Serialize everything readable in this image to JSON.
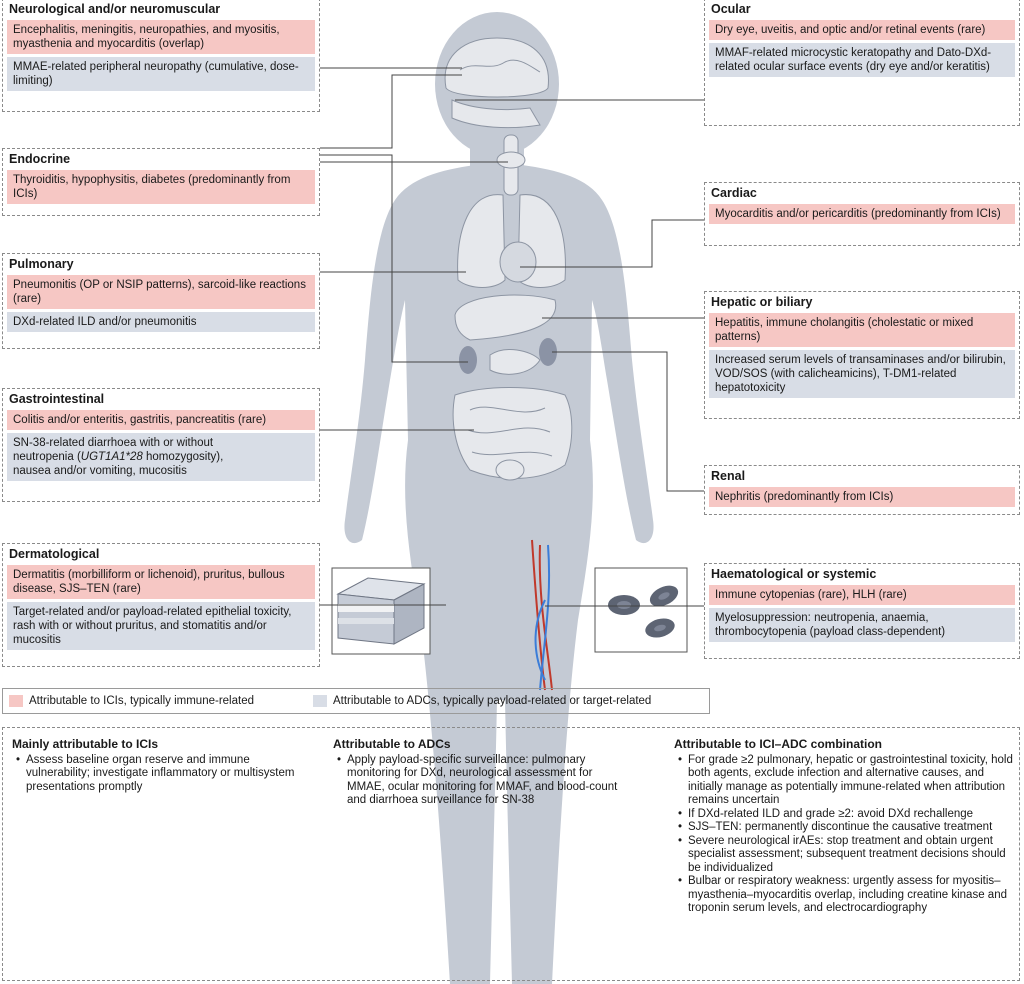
{
  "panels": {
    "neuro": {
      "title": "Neurological and/or neuromuscular",
      "ici": "Encephalitis, meningitis, neuropathies, and myositis, myasthenia and myocarditis (overlap)",
      "adc": "MMAE-related peripheral neuropathy (cumulative, dose-limiting)"
    },
    "endocrine": {
      "title": "Endocrine",
      "ici": "Thyroiditis, hypophysitis, diabetes (predominantly from ICIs)"
    },
    "pulmonary": {
      "title": "Pulmonary",
      "ici": "Pneumonitis (OP or NSIP patterns), sarcoid-like reactions (rare)",
      "adc": "DXd-related ILD and/or pneumonitis"
    },
    "gi": {
      "title": "Gastrointestinal",
      "ici": "Colitis and/or enteritis, gastritis, pancreatitis (rare)",
      "adc_1": "SN-38-related diarrhoea with or without",
      "adc_2a": "neutropenia (",
      "adc_2b": "UGT1A1*28",
      "adc_2c": " homozygosity),",
      "adc_3": "nausea and/or vomiting, mucositis"
    },
    "derm": {
      "title": "Dermatological",
      "ici": "Dermatitis (morbilliform or lichenoid), pruritus, bullous disease, SJS–TEN (rare)",
      "adc": "Target-related and/or payload-related epithelial toxicity, rash with or without pruritus, and stomatitis and/or mucositis"
    },
    "ocular": {
      "title": "Ocular",
      "ici": "Dry eye, uveitis, and optic and/or retinal events (rare)",
      "adc": "MMAF-related microcystic keratopathy and Dato-DXd-related ocular surface events (dry eye and/or keratitis)"
    },
    "cardiac": {
      "title": "Cardiac",
      "ici": "Myocarditis and/or pericarditis (predominantly from ICIs)"
    },
    "hepatic": {
      "title": "Hepatic or biliary",
      "ici": "Hepatitis, immune cholangitis (cholestatic or mixed patterns)",
      "adc": "Increased serum levels of transaminases and/or bilirubin, VOD/SOS (with calicheamicins), T-DM1-related hepatotoxicity"
    },
    "renal": {
      "title": "Renal",
      "ici": "Nephritis (predominantly from ICIs)"
    },
    "haem": {
      "title": "Haematological or systemic",
      "ici": "Immune cytopenias (rare), HLH (rare)",
      "adc": "Myelosuppression: neutropenia, anaemia, thrombocytopenia (payload class-dependent)"
    }
  },
  "legend": {
    "ici": "Attributable to ICIs, typically immune-related",
    "adc": "Attributable to ADCs, typically payload-related or target-related",
    "ici_color": "#f6c7c4",
    "adc_color": "#d8dde6"
  },
  "management": {
    "ici": {
      "title": "Mainly attributable to ICIs",
      "items": [
        "Assess baseline organ reserve and immune vulnerability; investigate inflammatory or multisystem presentations promptly"
      ]
    },
    "adc": {
      "title": "Attributable to ADCs",
      "items": [
        "Apply payload-specific surveillance: pulmonary monitoring for DXd, neurological assessment for MMAE, ocular monitoring for MMAF, and blood-count and diarrhoea surveillance for SN-38"
      ]
    },
    "combo": {
      "title": "Attributable to ICI–ADC combination",
      "items": [
        "For grade ≥2 pulmonary, hepatic or gastrointestinal toxicity, hold both agents, exclude infection and alternative causes, and initially manage as potentially immune-related when attribution remains uncertain",
        "If DXd-related ILD and grade ≥2: avoid DXd rechallenge",
        "SJS–TEN: permanently discontinue the causative treatment",
        "Severe neurological irAEs: stop treatment and obtain urgent specialist assessment; subsequent treatment decisions should be individualized",
        "Bulbar or respiratory weakness: urgently assess for myositis–myasthenia–myocarditis overlap, including creatine kinase and troponin serum levels, and electrocardiography"
      ]
    }
  }
}
